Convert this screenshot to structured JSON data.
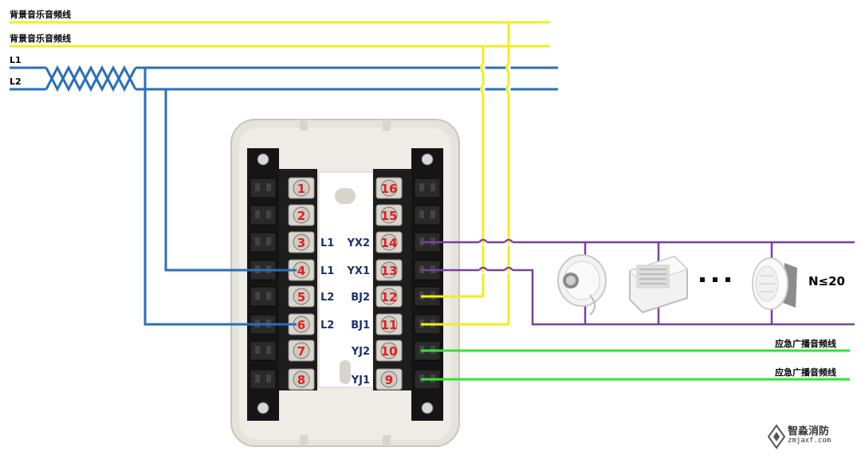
{
  "lines": {
    "bg_music_1": "背景音乐音频线",
    "bg_music_2": "背景音乐音频线",
    "l1": "L1",
    "l2": "L2",
    "emergency_1": "应急广播音频线",
    "emergency_2": "应急广播音频线"
  },
  "terminals_left": [
    {
      "number": "1",
      "label": ""
    },
    {
      "number": "2",
      "label": ""
    },
    {
      "number": "3",
      "label": "L1"
    },
    {
      "number": "4",
      "label": "L1"
    },
    {
      "number": "5",
      "label": "L2"
    },
    {
      "number": "6",
      "label": "L2"
    },
    {
      "number": "7",
      "label": ""
    },
    {
      "number": "8",
      "label": ""
    }
  ],
  "terminals_right": [
    {
      "number": "16",
      "label": ""
    },
    {
      "number": "15",
      "label": ""
    },
    {
      "number": "14",
      "label": "YX2"
    },
    {
      "number": "13",
      "label": "YX1"
    },
    {
      "number": "12",
      "label": "BJ2"
    },
    {
      "number": "11",
      "label": "BJ1"
    },
    {
      "number": "10",
      "label": "YJ2"
    },
    {
      "number": "9",
      "label": "YJ1"
    }
  ],
  "speakers": {
    "ellipsis": "...",
    "count": "N≤20"
  },
  "logo": {
    "name": "智淼消防",
    "url": "zmjaxf.com"
  },
  "colors": {
    "yellow": "#f5ec1e",
    "blue": "#2a6fb8",
    "purple": "#7b3fa0",
    "green": "#2ee62e",
    "terminal_number": "#e0201f",
    "terminal_label": "#1c2f6e"
  }
}
